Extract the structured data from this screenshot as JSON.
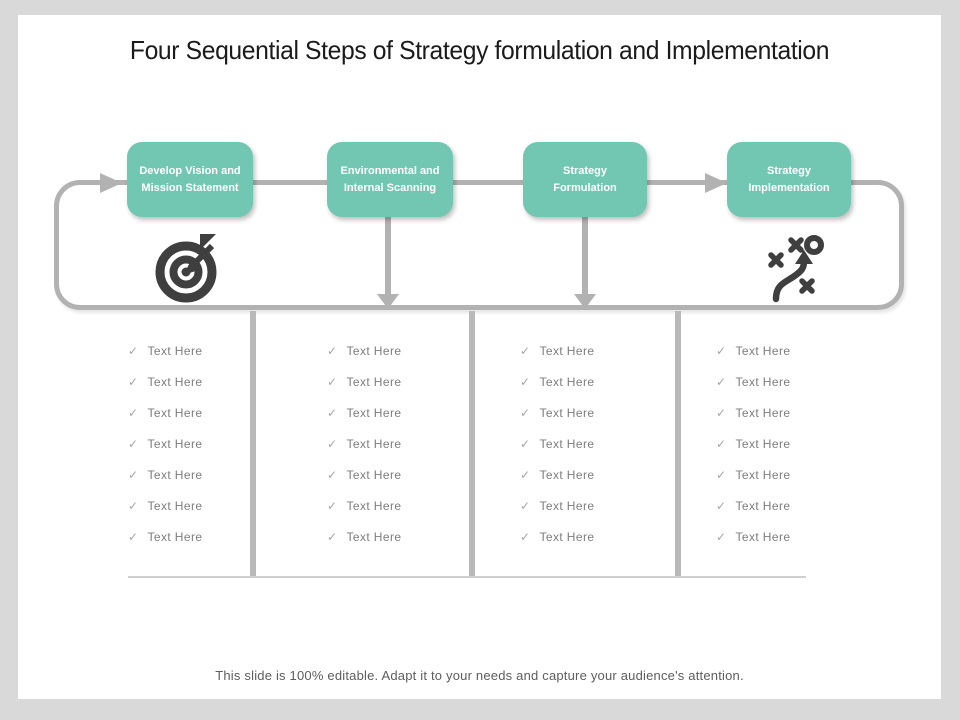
{
  "title": "Four Sequential Steps of Strategy formulation and Implementation",
  "footer": "This slide is 100% editable. Adapt it to your needs and capture your audience's attention.",
  "steps": [
    {
      "label": "Develop Vision and Mission Statement"
    },
    {
      "label": "Environmental and Internal Scanning"
    },
    {
      "label": "Strategy Formulation"
    },
    {
      "label": "Strategy Implementation"
    }
  ],
  "glyphs": {
    "check": "✓"
  },
  "columns": [
    {
      "items": [
        "Text Here",
        "Text Here",
        "Text Here",
        "Text Here",
        "Text Here",
        "Text Here",
        "Text Here"
      ]
    },
    {
      "items": [
        "Text Here",
        "Text Here",
        "Text Here",
        "Text Here",
        "Text Here",
        "Text Here",
        "Text Here"
      ]
    },
    {
      "items": [
        "Text Here",
        "Text Here",
        "Text Here",
        "Text Here",
        "Text Here",
        "Text Here",
        "Text Here"
      ]
    },
    {
      "items": [
        "Text Here",
        "Text Here",
        "Text Here",
        "Text Here",
        "Text Here",
        "Text Here",
        "Text Here"
      ]
    }
  ],
  "icons": {
    "step1": "target-goal-icon",
    "step4": "strategy-tactics-icon"
  },
  "colors": {
    "background": "#d9d9d9",
    "slide": "#ffffff",
    "accent_teal": "#72c7b2",
    "line_gray": "#b2b2b2",
    "icon_dark": "#3f3f3f",
    "item_text": "#7d7d7d",
    "footer_text": "#5d5d5d"
  }
}
